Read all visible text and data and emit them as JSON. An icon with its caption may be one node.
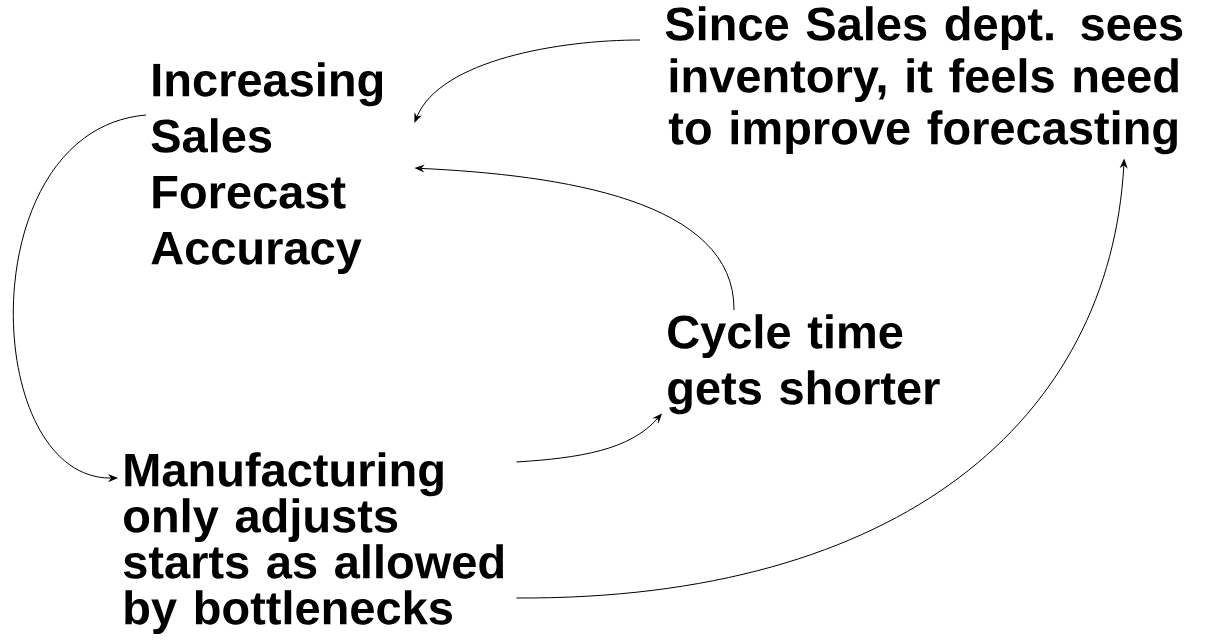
{
  "diagram": {
    "nodes": [
      {
        "text": [
          "Increasing Sales Forecast Accuracy"
        ]
      },
      {
        "text": [
          "Since Sales dept. sees inventory, it feels need to improve forecasting"
        ]
      },
      {
        "text": [
          "Cycle time gets shorter"
        ]
      },
      {
        "text": [
          "Manufacturing only adjusts starts as allowed by bottlenecks"
        ]
      }
    ],
    "edges": [
      {
        "from": 1,
        "to": 0,
        "arrow": "to"
      },
      {
        "from": 2,
        "to": 0,
        "arrow": "to"
      },
      {
        "from": 0,
        "to": 3,
        "arrow": "to"
      },
      {
        "from": 3,
        "to": 2,
        "arrow": "to"
      },
      {
        "from": 3,
        "to": 1,
        "arrow": "to"
      }
    ]
  }
}
